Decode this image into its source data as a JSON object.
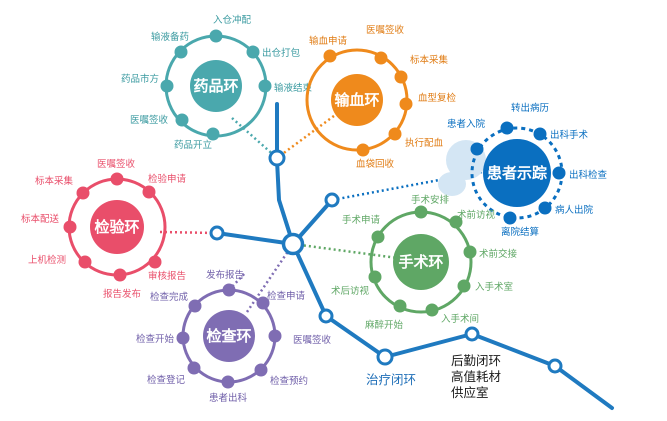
{
  "colors": {
    "track": "#1f7ac0",
    "drug": "#4aa8ad",
    "blood": "#ef8a1c",
    "patient": "#0a6fc0",
    "lab": "#e94e6a",
    "surgery": "#5fa765",
    "exam": "#7f6db3"
  },
  "rings": {
    "drug": {
      "title": "药品环",
      "nodes": [
        "入仓冲配",
        "出仓打包",
        "输液结束",
        "药品开立",
        "医嘱签收",
        "药品市方",
        "输液备药"
      ]
    },
    "blood": {
      "title": "输血环",
      "nodes": [
        "医嘱签收",
        "标本采集",
        "血型复检",
        "执行配血",
        "血袋回收",
        "输血申请"
      ]
    },
    "patient": {
      "title": "患者示踪",
      "nodes": [
        "患者入院",
        "转出病历",
        "出科手术",
        "出科检查",
        "病人出院",
        "离院结算"
      ]
    },
    "lab": {
      "title": "检验环",
      "nodes": [
        "医嘱签收",
        "检验申请",
        "审核报告",
        "报告发布",
        "上机检测",
        "标本配送",
        "标本采集"
      ]
    },
    "surgery": {
      "title": "手术环",
      "nodes": [
        "手术安排",
        "术前访视",
        "术前交接",
        "入手术室",
        "入手术间",
        "麻醉开始",
        "术后访视",
        "手术申请"
      ]
    },
    "exam": {
      "title": "检查环",
      "nodes": [
        "发布报告",
        "检查申请",
        "医嘱签收",
        "检查预约",
        "患者出科",
        "检查登记",
        "检查开始",
        "检查完成"
      ]
    }
  },
  "loops": {
    "treatment": "治疗闭环",
    "logistics_line1": "后勤闭环",
    "logistics_line2": "高值耗材",
    "logistics_line3": "供应室"
  }
}
